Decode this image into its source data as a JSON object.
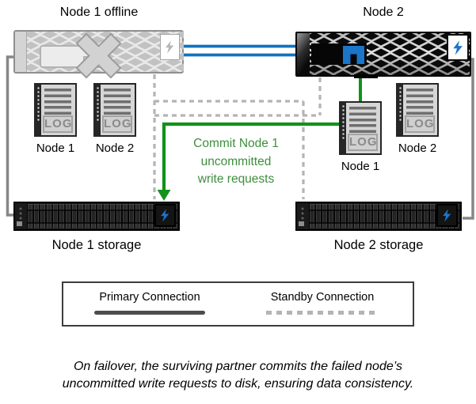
{
  "titles": {
    "node1_offline": "Node 1 offline",
    "node2": "Node 2"
  },
  "logs": {
    "log_text": "LOG",
    "items": [
      {
        "label": "Node 1"
      },
      {
        "label": "Node 2"
      },
      {
        "label": "Node 1"
      },
      {
        "label": "Node 2"
      }
    ]
  },
  "storage": {
    "node1_label": "Node 1 storage",
    "node2_label": "Node 2 storage"
  },
  "annotation": {
    "line1": "Commit Node 1",
    "line2": "uncommitted",
    "line3": "write requests"
  },
  "legend": {
    "primary_label": "Primary Connection",
    "standby_label": "Standby Connection"
  },
  "caption": {
    "line1": "On failover, the surviving partner commits the failed node’s",
    "line2": "uncommitted write requests to disk, ensuring data consistency."
  },
  "icons": {
    "lightning": "lightning-bolt",
    "offline_marker": "x-cross",
    "vendor_logo": "netapp-n"
  },
  "colors": {
    "blue": "#1173bd",
    "netapp": "#1b75c8",
    "green-line": "#12921a",
    "green-text": "#3e8e3e",
    "dash": "#b4b4b4",
    "link": "#878787",
    "legend-solid": "#4d4d4d"
  }
}
